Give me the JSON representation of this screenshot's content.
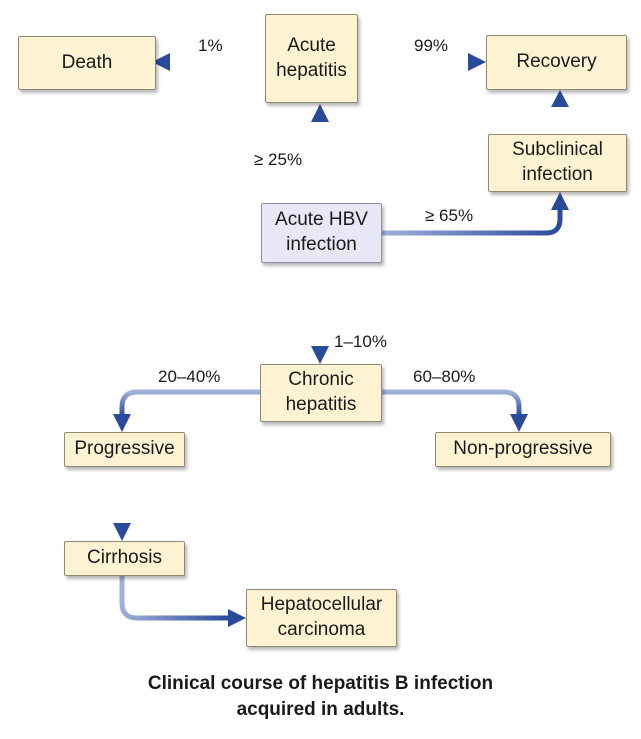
{
  "nodes": {
    "death": "Death",
    "acute_hepatitis_line1": "Acute",
    "acute_hepatitis_line2": "hepatitis",
    "recovery": "Recovery",
    "subclinical_line1": "Subclinical",
    "subclinical_line2": "infection",
    "acute_hbv_line1": "Acute HBV",
    "acute_hbv_line2": "infection",
    "chronic_line1": "Chronic",
    "chronic_line2": "hepatitis",
    "progressive": "Progressive",
    "non_progressive": "Non-progressive",
    "cirrhosis": "Cirrhosis",
    "hcc_line1": "Hepatocellular",
    "hcc_line2": "carcinoma"
  },
  "percentages": {
    "to_death": "1%",
    "to_recovery": "99%",
    "to_acute_hepatitis": "≥ 25%",
    "to_subclinical": "≥ 65%",
    "to_chronic": "1–10%",
    "to_progressive": "20–40%",
    "to_non_progressive": "60–80%"
  },
  "caption": {
    "line1": "Clinical course of hepatitis B infection",
    "line2": "acquired in adults."
  },
  "colors": {
    "node_fill": "#fdf3d3",
    "hbv_node_fill": "#e7e7f5",
    "arrow_dark": "#2f4f9e",
    "arrow_light": "#c9d3ee"
  }
}
